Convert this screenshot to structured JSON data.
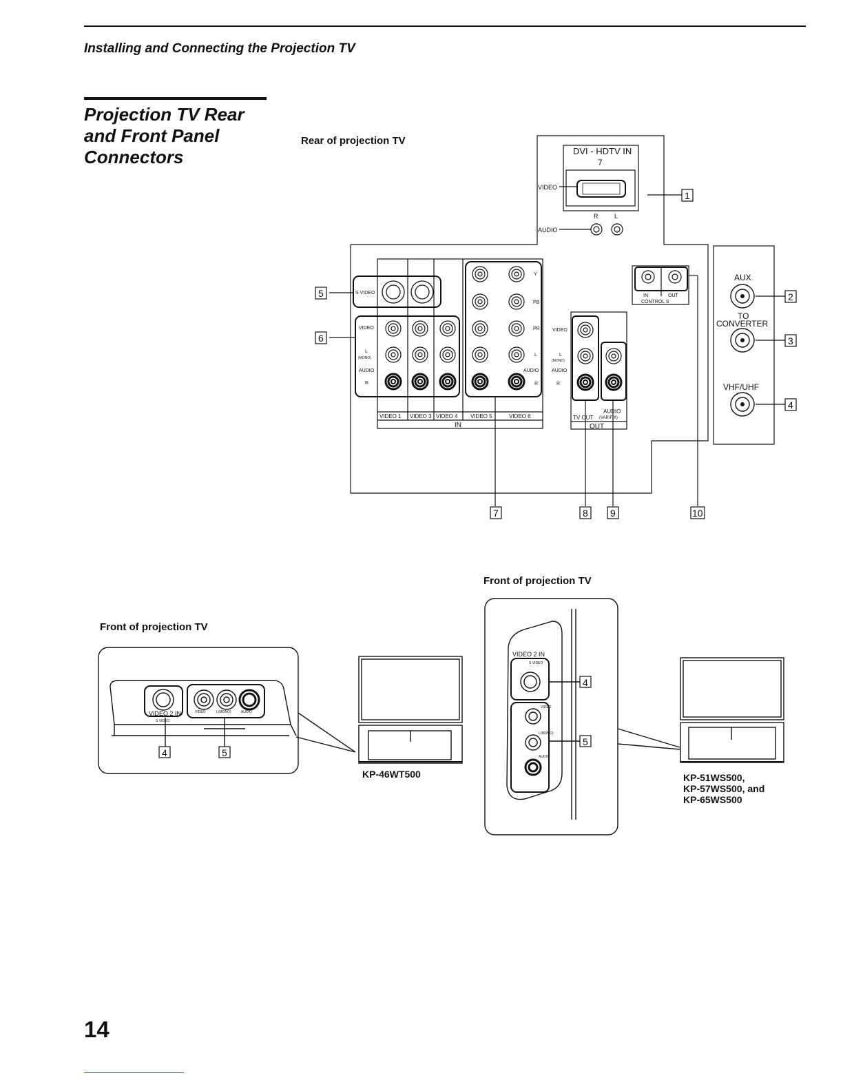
{
  "running_head": "Installing and Connecting the Projection TV",
  "section_title": [
    "Projection TV Rear",
    "and Front Panel",
    "Connectors"
  ],
  "rear": {
    "caption": "Rear of projection TV",
    "dvi_label": "DVI - HDTV IN",
    "dvi_number": "7",
    "video_label": "VIDEO",
    "audio_label": "AUDIO",
    "r_label": "R",
    "l_label": "L",
    "svideo_label": "S VIDEO",
    "row_video": "VIDEO",
    "row_l": "L",
    "row_mono": "(MONO)",
    "row_audio": "AUDIO",
    "row_r": "R",
    "y_label": "Y",
    "pb_label": "PB",
    "pr_label": "PR",
    "in_label": "IN",
    "out_label": "OUT",
    "control_s": "CONTROL S",
    "aux": "AUX",
    "to": "TO",
    "converter": "CONVERTER",
    "vhf_uhf": "VHF/UHF",
    "input_groups": [
      "VIDEO 1",
      "VIDEO 3",
      "VIDEO 4",
      "VIDEO 5",
      "VIDEO 6"
    ],
    "tv_out": "TV OUT",
    "audio_var_fix": [
      "AUDIO",
      "(VAR/FIX)"
    ],
    "callouts": [
      "1",
      "2",
      "3",
      "4",
      "5",
      "6",
      "7",
      "8",
      "9",
      "10"
    ]
  },
  "front_46": {
    "caption": "Front of projection TV",
    "video_2_in": "VIDEO 2 IN",
    "s_video": "S VIDEO",
    "video": "VIDEO",
    "l_mono": "L(MONO)",
    "audio": "AUDIO",
    "callouts": [
      "4",
      "5"
    ],
    "model": "KP-46WT500"
  },
  "front_ws": {
    "caption": "Front of projection TV",
    "video_2_in": "VIDEO 2 IN",
    "s_video": "S VIDEO",
    "video": "VIDEO",
    "l_mono": "L(MONO)",
    "audio": "AUDIO",
    "callouts": [
      "4",
      "5"
    ],
    "models": [
      "KP-51WS500,",
      "KP-57WS500, and",
      "KP-65WS500"
    ]
  },
  "page_number": "14"
}
